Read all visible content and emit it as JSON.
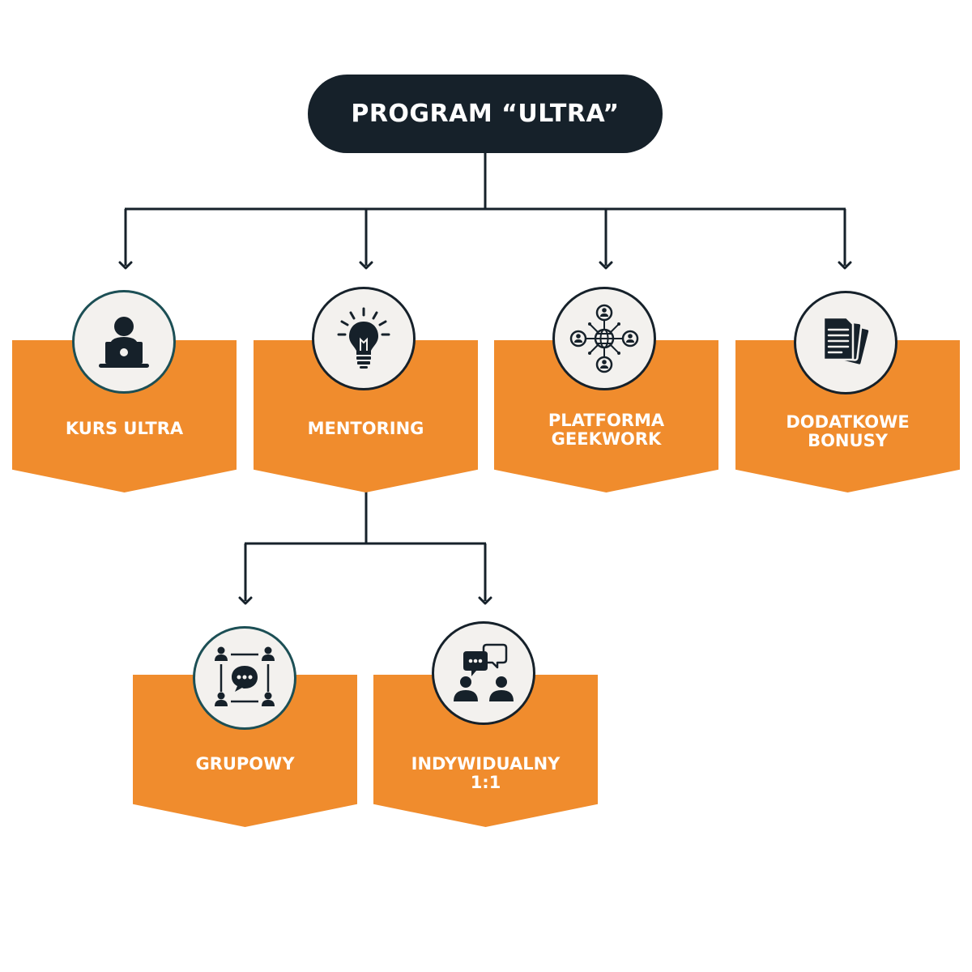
{
  "root": {
    "title": "PROGRAM “ULTRA”"
  },
  "nodes": [
    {
      "id": "kurs-ultra",
      "lines": [
        "KURS ULTRA"
      ],
      "icon": "laptop-user-icon"
    },
    {
      "id": "mentoring",
      "lines": [
        "MENTORING"
      ],
      "icon": "lightbulb-icon"
    },
    {
      "id": "platforma-geekwork",
      "lines": [
        "PLATFORMA",
        "GEEKWORK"
      ],
      "icon": "network-globe-icon"
    },
    {
      "id": "dodatkowe-bonusy",
      "lines": [
        "DODATKOWE",
        "BONUSY"
      ],
      "icon": "documents-icon"
    },
    {
      "id": "grupowy",
      "lines": [
        "GRUPOWY"
      ],
      "icon": "group-chat-icon"
    },
    {
      "id": "indywidualny",
      "lines": [
        "INDYWIDUALNY",
        "1:1"
      ],
      "icon": "two-people-chat-icon"
    }
  ],
  "colors": {
    "dark": "#16212a",
    "orange": "#f08c2d",
    "badge": "#f3f1ee",
    "teal": "#1c4f55"
  }
}
